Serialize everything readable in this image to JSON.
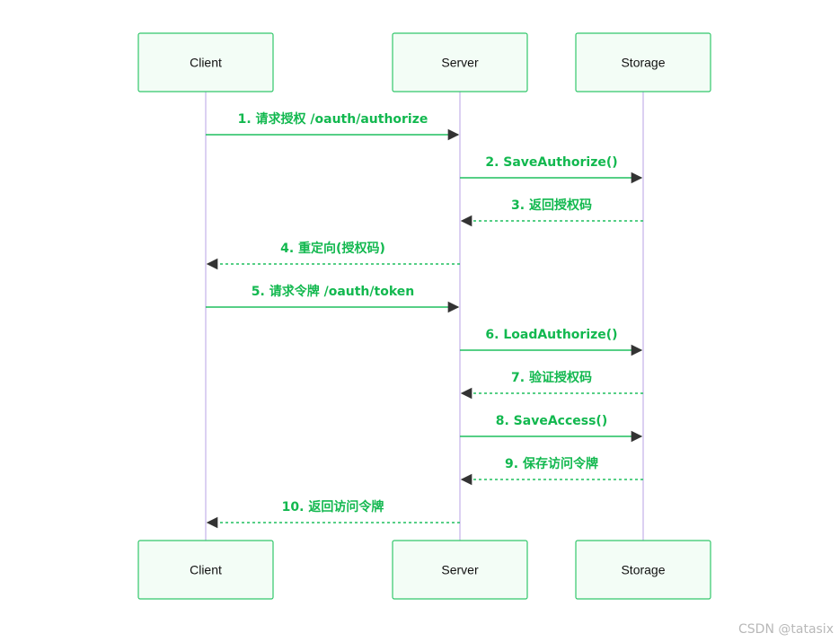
{
  "participants": [
    {
      "id": "client",
      "label": "Client"
    },
    {
      "id": "server",
      "label": "Server"
    },
    {
      "id": "storage",
      "label": "Storage"
    }
  ],
  "messages": [
    {
      "from": "client",
      "to": "server",
      "text": "1. 请求授权 /oauth/authorize",
      "style": "solid"
    },
    {
      "from": "server",
      "to": "storage",
      "text": "2. SaveAuthorize()",
      "style": "solid"
    },
    {
      "from": "storage",
      "to": "server",
      "text": "3. 返回授权码",
      "style": "dashed"
    },
    {
      "from": "server",
      "to": "client",
      "text": "4. 重定向(授权码)",
      "style": "dashed"
    },
    {
      "from": "client",
      "to": "server",
      "text": "5. 请求令牌 /oauth/token",
      "style": "solid"
    },
    {
      "from": "server",
      "to": "storage",
      "text": "6. LoadAuthorize()",
      "style": "solid"
    },
    {
      "from": "storage",
      "to": "server",
      "text": "7. 验证授权码",
      "style": "dashed"
    },
    {
      "from": "server",
      "to": "storage",
      "text": "8. SaveAccess()",
      "style": "solid"
    },
    {
      "from": "storage",
      "to": "server",
      "text": "9. 保存访问令牌",
      "style": "dashed"
    },
    {
      "from": "server",
      "to": "client",
      "text": "10. 返回访问令牌",
      "style": "dashed"
    }
  ],
  "watermark": "CSDN @tatasix",
  "colors": {
    "actor_fill": "#f3fdf6",
    "actor_border": "#32c76b",
    "lifeline": "#c8b6ec",
    "message": "#1fbf5e",
    "message_text": "#12b84f",
    "arrowhead": "#333333"
  }
}
